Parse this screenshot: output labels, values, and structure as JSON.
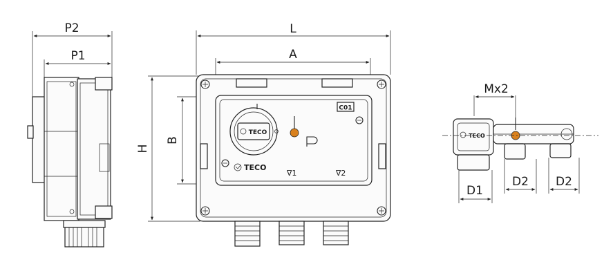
{
  "side_view": {
    "dim_p2": "P2",
    "dim_p1": "P1"
  },
  "front_view": {
    "dim_l": "L",
    "dim_a": "A",
    "dim_h": "H",
    "dim_b": "B",
    "code_label": "C01",
    "brand": "TECO",
    "valve1": "∇1",
    "valve2": "∇2"
  },
  "valve_view": {
    "dim_mx2": "Mx2",
    "dim_d1": "D1",
    "dim_d2a": "D2",
    "dim_d2b": "D2",
    "brand": "TECO"
  },
  "colors": {
    "line": "#222222",
    "accent": "#d9811e"
  }
}
